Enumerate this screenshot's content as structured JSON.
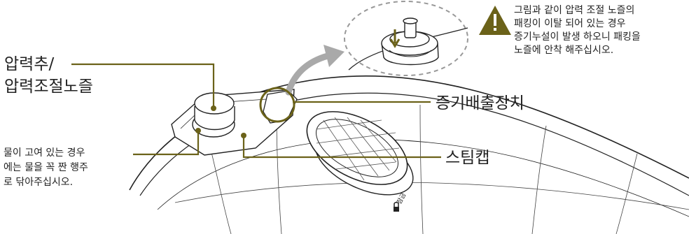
{
  "warning": {
    "lines": [
      "그림과 같이 압력 조절 노즐의",
      "패킹이 이탈 되어 있는 경우",
      "증기누설이 발생 하오니 패킹을",
      "노즐에 안착 해주십시오."
    ],
    "icon": "warning-triangle-icon",
    "icon_color": "#6b6219"
  },
  "labels": {
    "pressure_weight": "압력추/\n압력조절노즐",
    "water_note": "물이 고여 있는 경우\n에는 물을 꼭 짠 행주\n로 닦아주십시오.",
    "steam_exhaust": "증기배출장치",
    "steam_cap": "스팀캡"
  },
  "lid_text": "잠금",
  "colors": {
    "leader": "#6b6219",
    "lineart": "#222222",
    "arrow": "#a9a9a9"
  }
}
